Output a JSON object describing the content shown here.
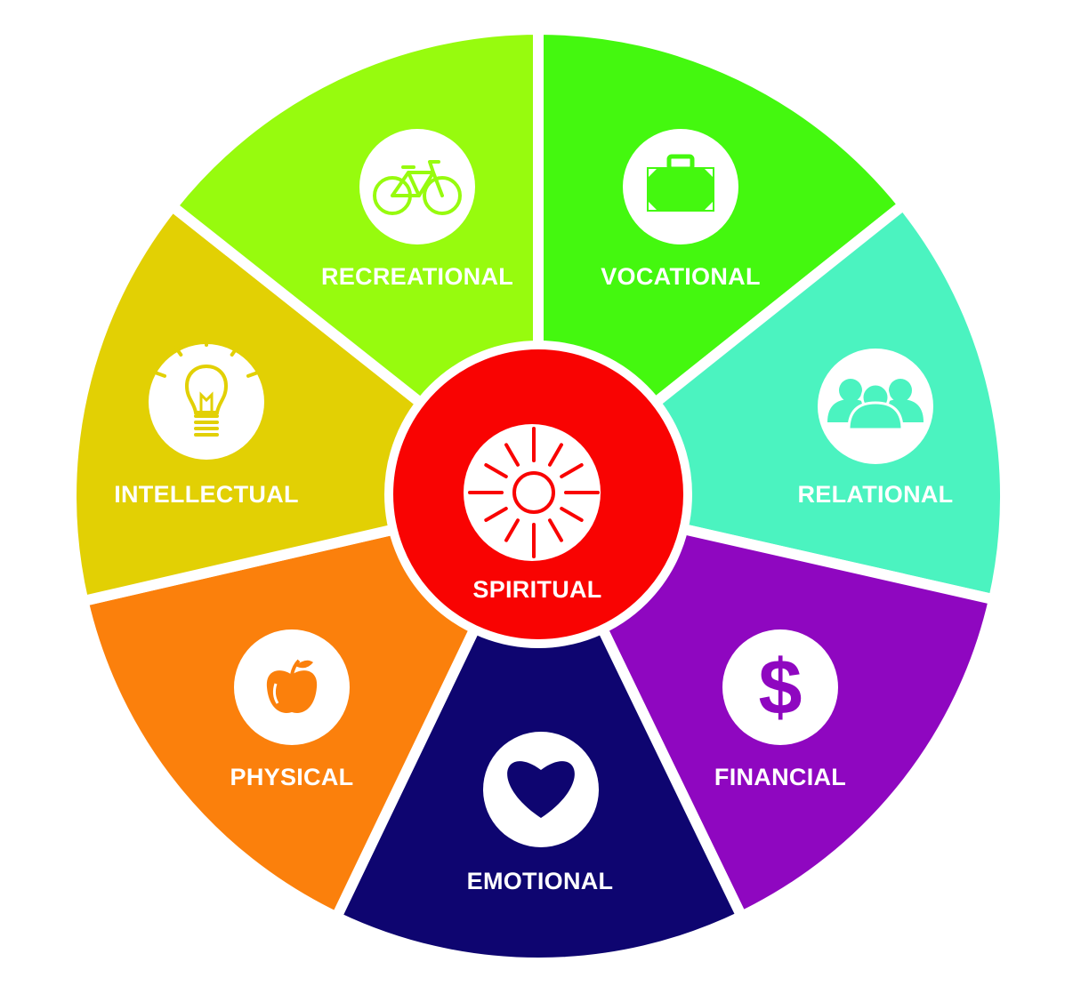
{
  "wheel": {
    "segments": [
      {
        "id": "vocational",
        "label": "VOCATIONAL",
        "color": "#44f80f",
        "icon": "briefcase-icon",
        "icon_color": "#44f80f"
      },
      {
        "id": "relational",
        "label": "RELATIONAL",
        "color": "#4bf3c0",
        "icon": "people-icon",
        "icon_color": "#4bf3c0"
      },
      {
        "id": "financial",
        "label": "FINANCIAL",
        "color": "#8f07c0",
        "icon": "dollar-icon",
        "icon_color": "#8f07c0"
      },
      {
        "id": "emotional",
        "label": "EMOTIONAL",
        "color": "#0e0570",
        "icon": "heart-icon",
        "icon_color": "#0e0570"
      },
      {
        "id": "physical",
        "label": "PHYSICAL",
        "color": "#fb800c",
        "icon": "apple-icon",
        "icon_color": "#fb800c"
      },
      {
        "id": "intellectual",
        "label": "INTELLECTUAL",
        "color": "#e2d004",
        "icon": "lightbulb-icon",
        "icon_color": "#e2d004"
      },
      {
        "id": "recreational",
        "label": "RECREATIONAL",
        "color": "#97fb0e",
        "icon": "bicycle-icon",
        "icon_color": "#97fb0e"
      }
    ],
    "center": {
      "label": "SPIRITUAL",
      "color": "#f90302",
      "icon": "sun-icon",
      "icon_color": "#f90302"
    },
    "border_color": "#ffffff"
  }
}
